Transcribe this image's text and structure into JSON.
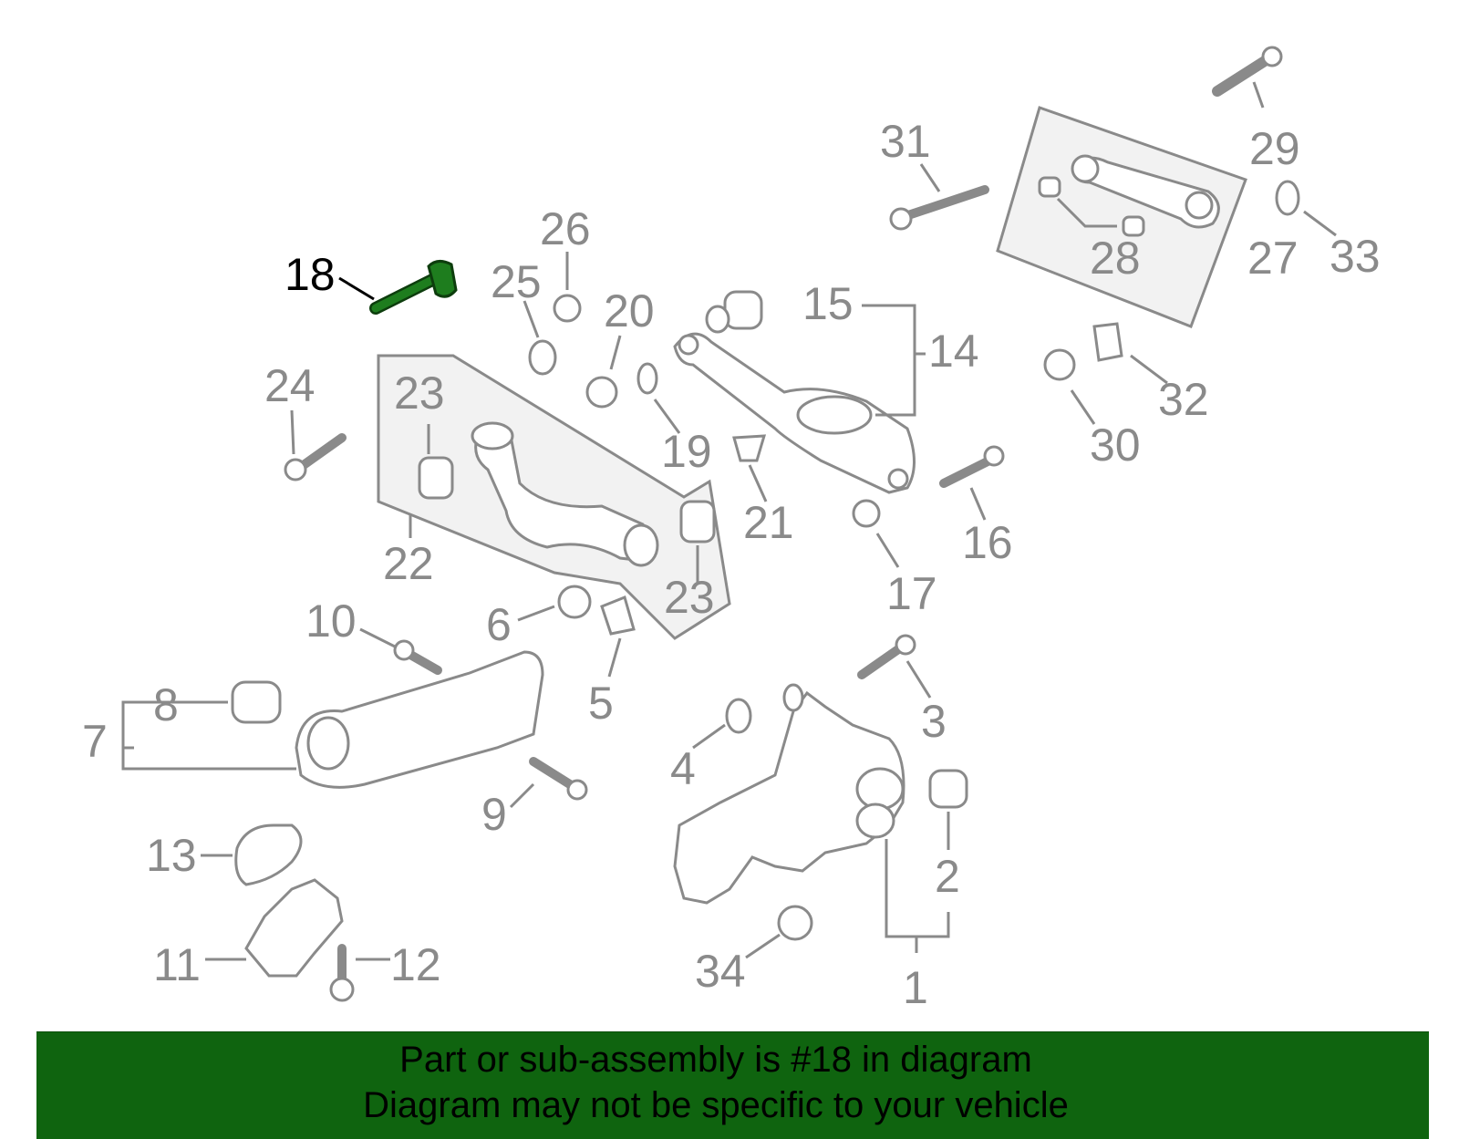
{
  "diagram": {
    "highlighted_part": "18",
    "highlight_color": "#1e7d1e",
    "callouts": [
      "1",
      "2",
      "3",
      "4",
      "5",
      "6",
      "7",
      "8",
      "9",
      "10",
      "11",
      "12",
      "13",
      "14",
      "15",
      "16",
      "17",
      "18",
      "19",
      "20",
      "21",
      "22",
      "23",
      "23",
      "24",
      "25",
      "26",
      "27",
      "28",
      "29",
      "30",
      "31",
      "32",
      "33",
      "34"
    ]
  },
  "banner": {
    "line1": "Part or sub-assembly is #18 in diagram",
    "line2": "Diagram may not be specific to your vehicle",
    "background_color": "#0f640f"
  }
}
